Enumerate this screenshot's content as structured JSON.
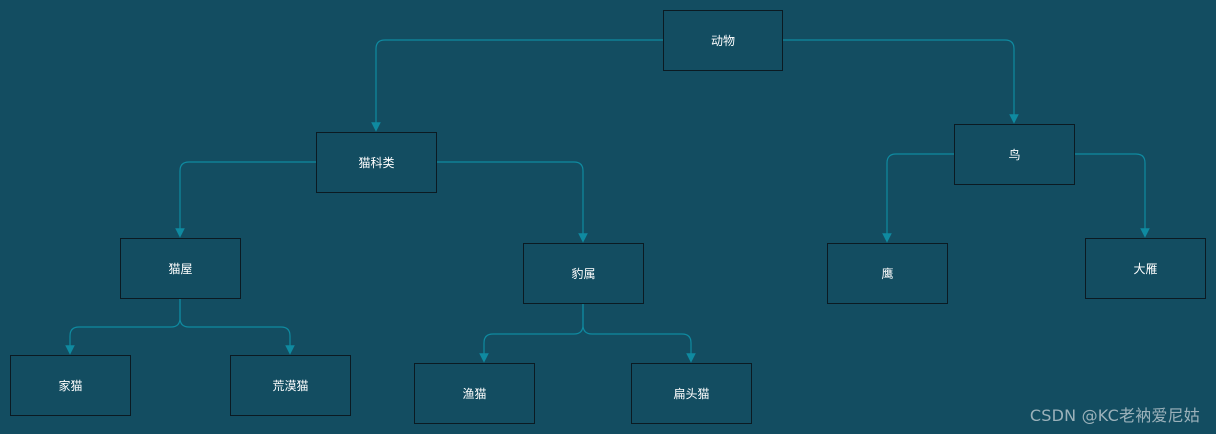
{
  "diagram": {
    "background_color": "#134d61",
    "node_border_color": "#0b1a22",
    "connector_color": "#0f8aa0",
    "text_color": "#ffffff",
    "nodes": {
      "animal": "动物",
      "felidae": "猫科类",
      "bird": "鸟",
      "cat_genus": "猫屋",
      "leopard_genus": "豹属",
      "eagle": "鹰",
      "goose": "大雁",
      "house_cat": "家猫",
      "desert_cat": "荒漠猫",
      "fishing_cat": "渔猫",
      "flat_headed_cat": "扁头猫"
    },
    "edges": [
      [
        "animal",
        "felidae"
      ],
      [
        "animal",
        "bird"
      ],
      [
        "felidae",
        "cat_genus"
      ],
      [
        "felidae",
        "leopard_genus"
      ],
      [
        "bird",
        "eagle"
      ],
      [
        "bird",
        "goose"
      ],
      [
        "cat_genus",
        "house_cat"
      ],
      [
        "cat_genus",
        "desert_cat"
      ],
      [
        "leopard_genus",
        "fishing_cat"
      ],
      [
        "leopard_genus",
        "flat_headed_cat"
      ]
    ]
  },
  "watermark": "CSDN @KC老衲爱尼姑"
}
